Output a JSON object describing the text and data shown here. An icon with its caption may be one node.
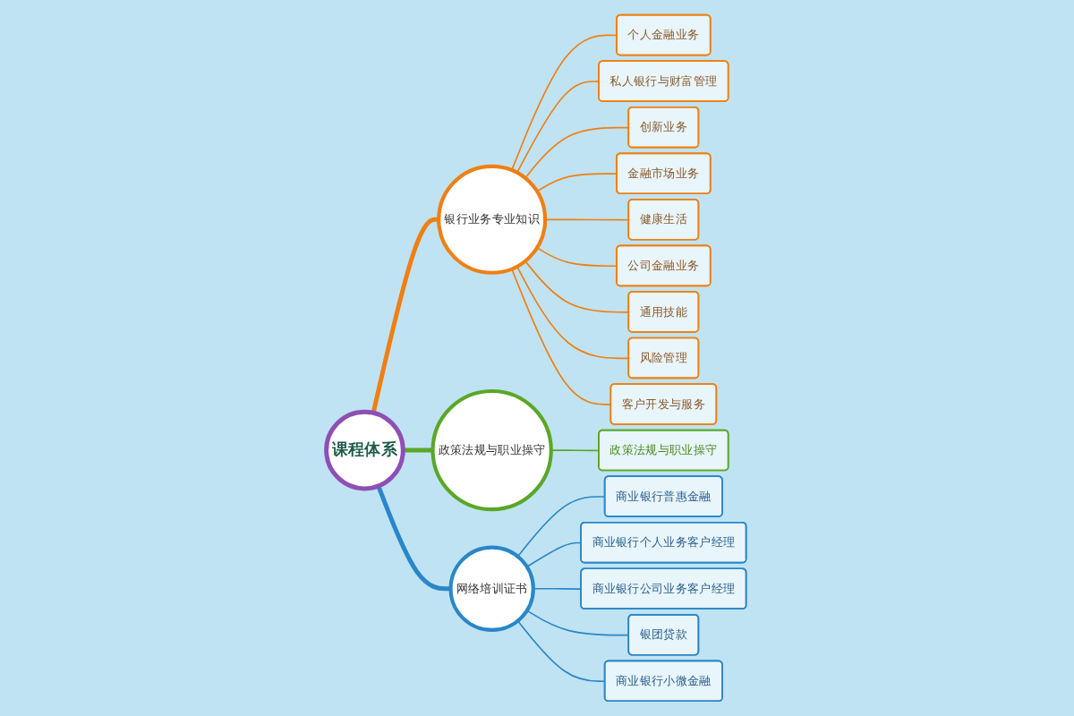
{
  "diagram": {
    "nodes": [
      {
        "text": [
          "课程体系"
        ]
      },
      {
        "text": [
          "银行业务专业知识"
        ]
      },
      {
        "text": [
          "政策法规与职业操守"
        ]
      },
      {
        "text": [
          "网络培训证书"
        ]
      },
      {
        "text": [
          "个人金融业务"
        ]
      },
      {
        "text": [
          "私人银行与财富管理"
        ]
      },
      {
        "text": [
          "创新业务"
        ]
      },
      {
        "text": [
          "金融市场业务"
        ]
      },
      {
        "text": [
          "健康生活"
        ]
      },
      {
        "text": [
          "公司金融业务"
        ]
      },
      {
        "text": [
          "通用技能"
        ]
      },
      {
        "text": [
          "风险管理"
        ]
      },
      {
        "text": [
          "客户开发与服务"
        ]
      },
      {
        "text": [
          "政策法规与职业操守"
        ]
      },
      {
        "text": [
          "商业银行普惠金融"
        ]
      },
      {
        "text": [
          "商业银行个人业务客户经理"
        ]
      },
      {
        "text": [
          "商业银行公司业务客户经理"
        ]
      },
      {
        "text": [
          "银团贷款"
        ]
      },
      {
        "text": [
          "商业银行小微金融"
        ]
      }
    ],
    "edges": [
      {
        "from": 0,
        "to": 1,
        "arrow": "none",
        "style": "thick"
      },
      {
        "from": 0,
        "to": 2,
        "arrow": "none",
        "style": "thick",
        "color": "#5aa726"
      },
      {
        "from": 0,
        "to": 3,
        "arrow": "none",
        "style": "thick",
        "color": "#2a86c8"
      },
      {
        "from": 1,
        "to": 4,
        "arrow": "none"
      },
      {
        "from": 1,
        "to": 5,
        "arrow": "none"
      },
      {
        "from": 1,
        "to": 6,
        "arrow": "none"
      },
      {
        "from": 1,
        "to": 7,
        "arrow": "none"
      },
      {
        "from": 1,
        "to": 8,
        "arrow": "none"
      },
      {
        "from": 1,
        "to": 9,
        "arrow": "none"
      },
      {
        "from": 1,
        "to": 10,
        "arrow": "none"
      },
      {
        "from": 1,
        "to": 11,
        "arrow": "none"
      },
      {
        "from": 1,
        "to": 12,
        "arrow": "none"
      },
      {
        "from": 2,
        "to": 13,
        "arrow": "none",
        "color": "#5aa726"
      },
      {
        "from": 3,
        "to": 14,
        "arrow": "none",
        "color": "#2a86c8"
      },
      {
        "from": 3,
        "to": 15,
        "arrow": "none",
        "color": "#2a86c8"
      },
      {
        "from": 3,
        "to": 16,
        "arrow": "none",
        "color": "#2a86c8"
      },
      {
        "from": 3,
        "to": 17,
        "arrow": "none",
        "color": "#2a86c8"
      },
      {
        "from": 3,
        "to": 18,
        "arrow": "none",
        "color": "#2a86c8"
      }
    ]
  }
}
